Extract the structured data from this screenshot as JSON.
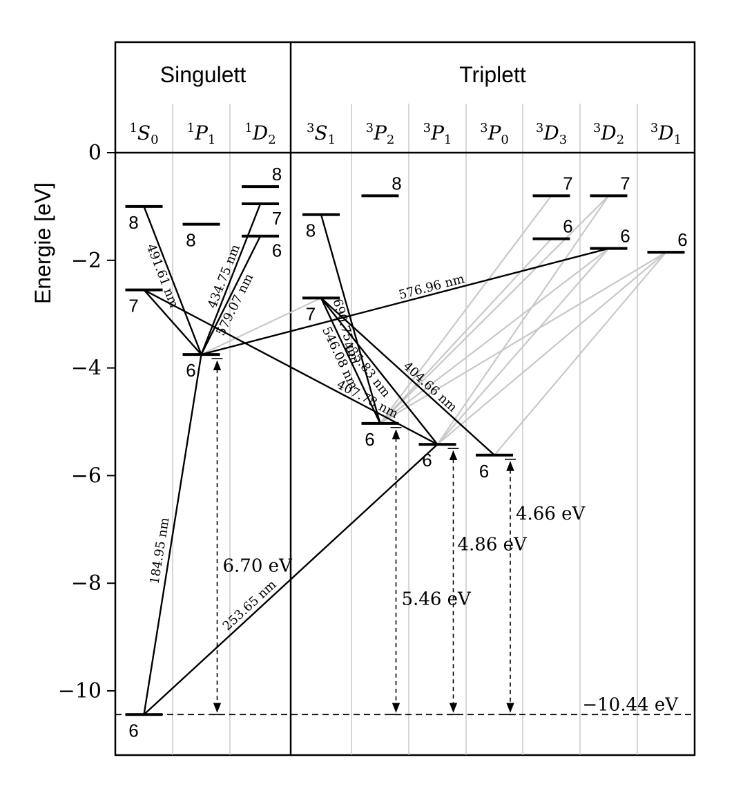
{
  "diagram": {
    "type": "energy-level-diagram",
    "ylabel": "Energie [eV]",
    "y_ticks": [
      {
        "value": 0,
        "label": "0"
      },
      {
        "value": -2,
        "label": "−2"
      },
      {
        "value": -4,
        "label": "−4"
      },
      {
        "value": -6,
        "label": "−6"
      },
      {
        "value": -8,
        "label": "−8"
      },
      {
        "value": -10,
        "label": "−10"
      }
    ],
    "ylim": [
      -11.05,
      2.1
    ],
    "groups": [
      {
        "id": "singulett",
        "label": "Singulett"
      },
      {
        "id": "triplett",
        "label": "Triplett"
      }
    ],
    "columns": [
      {
        "id": "1S0",
        "sup": "1",
        "letter": "S",
        "sub": "0",
        "group": "singulett"
      },
      {
        "id": "1P1",
        "sup": "1",
        "letter": "P",
        "sub": "1",
        "group": "singulett"
      },
      {
        "id": "1D2",
        "sup": "1",
        "letter": "D",
        "sub": "2",
        "group": "singulett"
      },
      {
        "id": "3S1",
        "sup": "3",
        "letter": "S",
        "sub": "1",
        "group": "triplett"
      },
      {
        "id": "3P2",
        "sup": "3",
        "letter": "P",
        "sub": "2",
        "group": "triplett"
      },
      {
        "id": "3P1",
        "sup": "3",
        "letter": "P",
        "sub": "1",
        "group": "triplett"
      },
      {
        "id": "3P0",
        "sup": "3",
        "letter": "P",
        "sub": "0",
        "group": "triplett"
      },
      {
        "id": "3D3",
        "sup": "3",
        "letter": "D",
        "sub": "3",
        "group": "triplett"
      },
      {
        "id": "3D2",
        "sup": "3",
        "letter": "D",
        "sub": "2",
        "group": "triplett"
      },
      {
        "id": "3D1",
        "sup": "3",
        "letter": "D",
        "sub": "1",
        "group": "triplett"
      }
    ],
    "levels": [
      {
        "id": "1S0_6",
        "col": 0,
        "energy": -10.44,
        "label": "6",
        "label_pos": "below"
      },
      {
        "id": "1S0_7",
        "col": 0,
        "energy": -2.55,
        "label": "7",
        "label_pos": "below"
      },
      {
        "id": "1S0_8",
        "col": 0,
        "energy": -1.0,
        "label": "8",
        "label_pos": "below"
      },
      {
        "id": "1P1_6",
        "col": 1,
        "energy": -3.75,
        "label": "6",
        "label_pos": "below"
      },
      {
        "id": "1P1_8",
        "col": 1,
        "energy": -1.33,
        "label": "8",
        "label_pos": "below"
      },
      {
        "id": "1D2_6",
        "col": 2,
        "energy": -1.55,
        "label": "6",
        "label_pos": "below-right"
      },
      {
        "id": "1D2_7",
        "col": 2,
        "energy": -0.95,
        "label": "7",
        "label_pos": "below-right"
      },
      {
        "id": "1D2_8",
        "col": 2,
        "energy": -0.63,
        "label": "8",
        "label_pos": "above-right"
      },
      {
        "id": "3S1_7",
        "col": 3,
        "energy": -2.7,
        "label": "7",
        "label_pos": "below"
      },
      {
        "id": "3S1_8",
        "col": 3,
        "energy": -1.15,
        "label": "8",
        "label_pos": "below"
      },
      {
        "id": "3P2_6",
        "col": 4,
        "energy": -5.03,
        "label": "6",
        "label_pos": "below"
      },
      {
        "id": "3P2_8",
        "col": 4,
        "energy": -0.8,
        "label": "8",
        "label_pos": "above-right"
      },
      {
        "id": "3P1_6",
        "col": 5,
        "energy": -5.42,
        "label": "6",
        "label_pos": "below"
      },
      {
        "id": "3P0_6",
        "col": 6,
        "energy": -5.62,
        "label": "6",
        "label_pos": "below"
      },
      {
        "id": "3D3_6",
        "col": 7,
        "energy": -1.6,
        "label": "6",
        "label_pos": "above-right"
      },
      {
        "id": "3D3_7",
        "col": 7,
        "energy": -0.8,
        "label": "7",
        "label_pos": "above-right"
      },
      {
        "id": "3D2_6",
        "col": 8,
        "energy": -1.78,
        "label": "6",
        "label_pos": "above-right"
      },
      {
        "id": "3D2_7",
        "col": 8,
        "energy": -0.8,
        "label": "7",
        "label_pos": "above-right"
      },
      {
        "id": "3D1_6",
        "col": 9,
        "energy": -1.85,
        "label": "6",
        "label_pos": "above-right"
      }
    ],
    "transitions": [
      {
        "from": "1P1_6",
        "to": "1S0_6",
        "label": "184.95 nm",
        "strong": true
      },
      {
        "from": "3P1_6",
        "to": "1S0_6",
        "label": "253.65 nm",
        "strong": true
      },
      {
        "from": "1S0_8",
        "to": "1P1_6",
        "label": "491.61 nm",
        "strong": true
      },
      {
        "from": "1S0_7",
        "to": "1P1_6",
        "label": "",
        "strong": true
      },
      {
        "from": "1D2_7",
        "to": "1P1_6",
        "label": "434.75 nm",
        "strong": true
      },
      {
        "from": "1D2_6",
        "to": "1P1_6",
        "label": "579.07 nm",
        "strong": true
      },
      {
        "from": "3D2_6",
        "to": "1P1_6",
        "label": "576.96 nm",
        "strong": true
      },
      {
        "from": "3S1_8",
        "to": "3P2_6",
        "label": "690.75 nm",
        "strong": true
      },
      {
        "from": "3S1_7",
        "to": "3P2_6",
        "label": "546.08 nm",
        "strong": true
      },
      {
        "from": "3S1_7",
        "to": "3P1_6",
        "label": "435.83 nm",
        "strong": true
      },
      {
        "from": "3S1_7",
        "to": "3P0_6",
        "label": "404.66 nm",
        "strong": true
      },
      {
        "from": "1S0_7",
        "to": "3P1_6",
        "label": "407.78 nm",
        "strong": true
      },
      {
        "from": "3S1_7",
        "to": "1P1_6",
        "label": "",
        "strong": false
      },
      {
        "from": "3D3_7",
        "to": "3P2_6",
        "label": "",
        "strong": false
      },
      {
        "from": "3D3_6",
        "to": "3P2_6",
        "label": "",
        "strong": false
      },
      {
        "from": "3D2_7",
        "to": "3P2_6",
        "label": "",
        "strong": false
      },
      {
        "from": "3D2_7",
        "to": "3P1_6",
        "label": "",
        "strong": false
      },
      {
        "from": "3D2_6",
        "to": "3P2_6",
        "label": "",
        "strong": false
      },
      {
        "from": "3D2_6",
        "to": "3P1_6",
        "label": "",
        "strong": false
      },
      {
        "from": "3D1_6",
        "to": "3P2_6",
        "label": "",
        "strong": false
      },
      {
        "from": "3D1_6",
        "to": "3P1_6",
        "label": "",
        "strong": false
      },
      {
        "from": "3D1_6",
        "to": "3P0_6",
        "label": "",
        "strong": false
      }
    ],
    "ionization": [
      {
        "from": "1P1_6",
        "label": "6.70 eV"
      },
      {
        "from": "3P2_6",
        "label": "5.46 eV"
      },
      {
        "from": "3P1_6",
        "label": "4.86 eV"
      },
      {
        "from": "3P0_6",
        "label": "4.66 eV"
      }
    ],
    "ground_line": {
      "energy": -10.44,
      "label": "−10.44 eV"
    },
    "colors": {
      "strong": "#000000",
      "weak": "#c8c8c8",
      "grid": "#bbbbbb"
    }
  }
}
